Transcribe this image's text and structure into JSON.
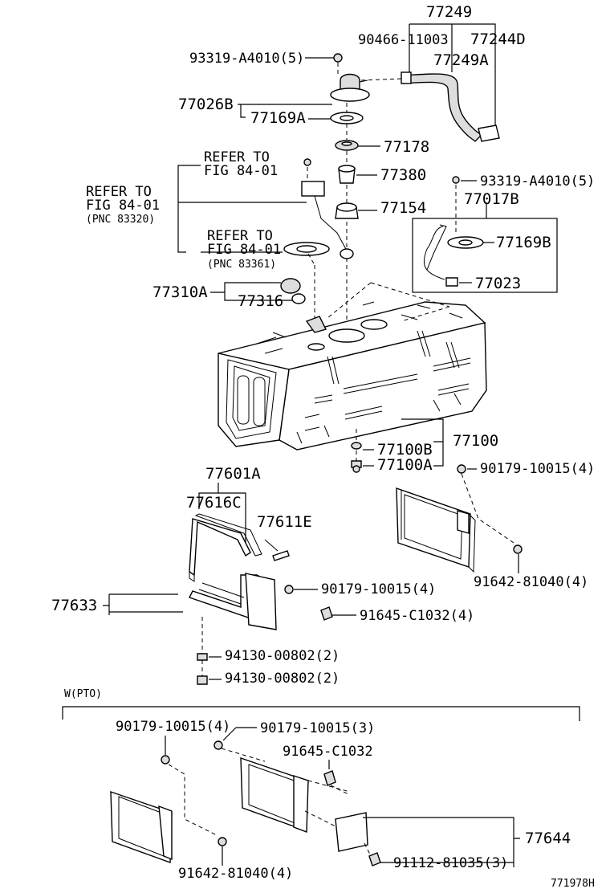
{
  "labels": {
    "p77249": "77249",
    "p90466": "90466-11003",
    "p77244d": "77244D",
    "p77249a": "77249A",
    "p93319_top": "93319-A4010(5)",
    "p77026b": "77026B",
    "p77169a": "77169A",
    "p77178": "77178",
    "p77380": "77380",
    "p93319_right": "93319-A4010(5)",
    "p77017b": "77017B",
    "p77154": "77154",
    "p77169b": "77169B",
    "p77023": "77023",
    "p77310a": "77310A",
    "p77316": "77316",
    "p77100": "77100",
    "p77100b": "77100B",
    "p77100a": "77100A",
    "p90179_right": "90179-10015(4)",
    "p77601a": "77601A",
    "p77616c": "77616C",
    "p77611e": "77611E",
    "p91642_right": "91642-81040(4)",
    "p77633": "77633",
    "p90179_mid": "90179-10015(4)",
    "p91645_mid": "91645-C1032(4)",
    "p94130_a": "94130-00802(2)",
    "p94130_b": "94130-00802(2)",
    "pto_90179_4": "90179-10015(4)",
    "pto_90179_3": "90179-10015(3)",
    "pto_91645": "91645-C1032",
    "pto_77644": "77644",
    "pto_91642": "91642-81040(4)",
    "pto_91112": "91112-81035(3)"
  },
  "references": {
    "refer1_line1": "REFER TO",
    "refer1_line2": "FIG 84-01",
    "refer2_line1": "REFER TO",
    "refer2_line2": "FIG 84-01",
    "refer2_pnc": "(PNC 83320)",
    "refer3_line1": "REFER TO",
    "refer3_line2": "FIG 84-01",
    "refer3_pnc": "(PNC 83361)"
  },
  "section": {
    "pto_title": "W(PTO)"
  },
  "footer": {
    "drawing_code": "771978H"
  }
}
